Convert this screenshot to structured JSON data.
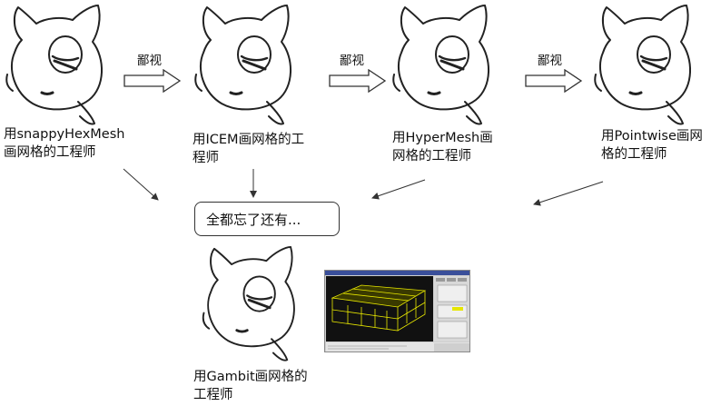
{
  "nodes": {
    "snappy": "用snappyHexMesh\n画网格的工程师",
    "icem": "用ICEM画网格的工\n程师",
    "hypermesh": "用HyperMesh画\n网格的工程师",
    "pointwise": "用Pointwise画网\n格的工程师",
    "gambit": "用Gambit画网格的\n工程师"
  },
  "arrows": [
    "鄙视",
    "鄙视",
    "鄙视"
  ],
  "center_text": "全都忘了还有...",
  "icons": {
    "cat": "cartoon-cat-icon",
    "screenshot": "gambit-software-screenshot",
    "arrow": "block-right-arrow-icon"
  },
  "colors": {
    "line": "#333333",
    "mesh_yellow": "#e8e800",
    "viewport_bg": "#111111"
  }
}
